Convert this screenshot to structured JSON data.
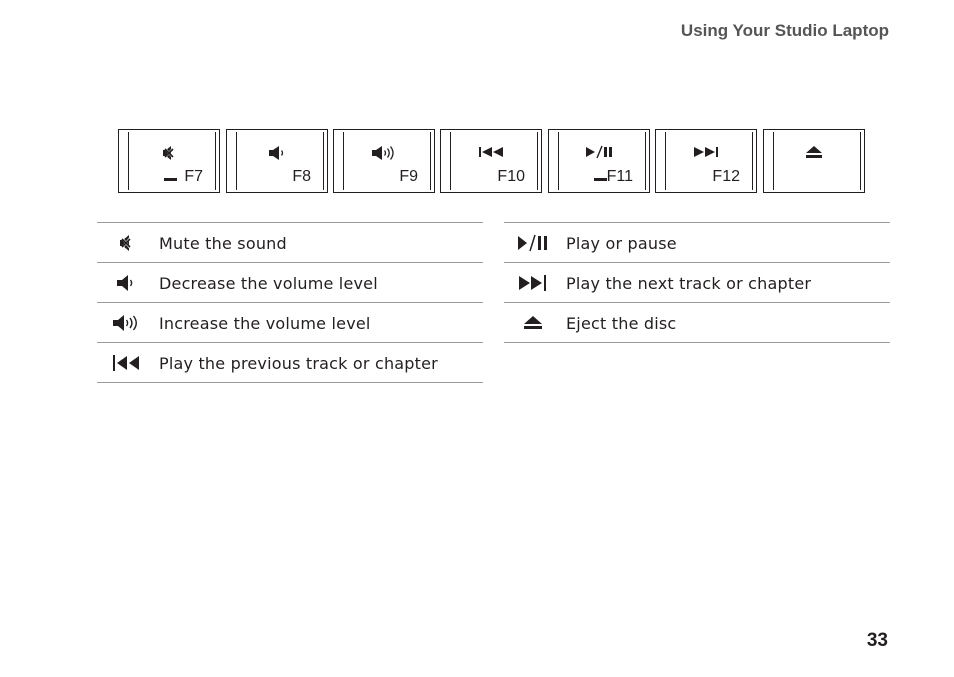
{
  "header": {
    "title": "Using Your Studio Laptop"
  },
  "keys": [
    {
      "label": "F7",
      "icon": "mute-icon",
      "fn_bar": true
    },
    {
      "label": "F8",
      "icon": "volume-down-icon",
      "fn_bar": false
    },
    {
      "label": "F9",
      "icon": "volume-up-icon",
      "fn_bar": false
    },
    {
      "label": "F10",
      "icon": "previous-track-icon",
      "fn_bar": false
    },
    {
      "label": "F11",
      "icon": "play-pause-icon",
      "fn_bar": true
    },
    {
      "label": "F12",
      "icon": "next-track-icon",
      "fn_bar": false
    },
    {
      "label": "",
      "icon": "eject-icon",
      "fn_bar": false
    }
  ],
  "left_table": [
    {
      "icon": "mute-icon",
      "text": "Mute the sound"
    },
    {
      "icon": "volume-down-icon",
      "text": "Decrease the volume level"
    },
    {
      "icon": "volume-up-icon",
      "text": "Increase the volume level"
    },
    {
      "icon": "previous-track-icon",
      "text": "Play the previous track or chapter"
    }
  ],
  "right_table": [
    {
      "icon": "play-pause-icon",
      "text": "Play or pause"
    },
    {
      "icon": "next-track-icon",
      "text": "Play the next track or chapter"
    },
    {
      "icon": "eject-icon",
      "text": "Eject the disc"
    }
  ],
  "footer": {
    "page_number": "33"
  }
}
